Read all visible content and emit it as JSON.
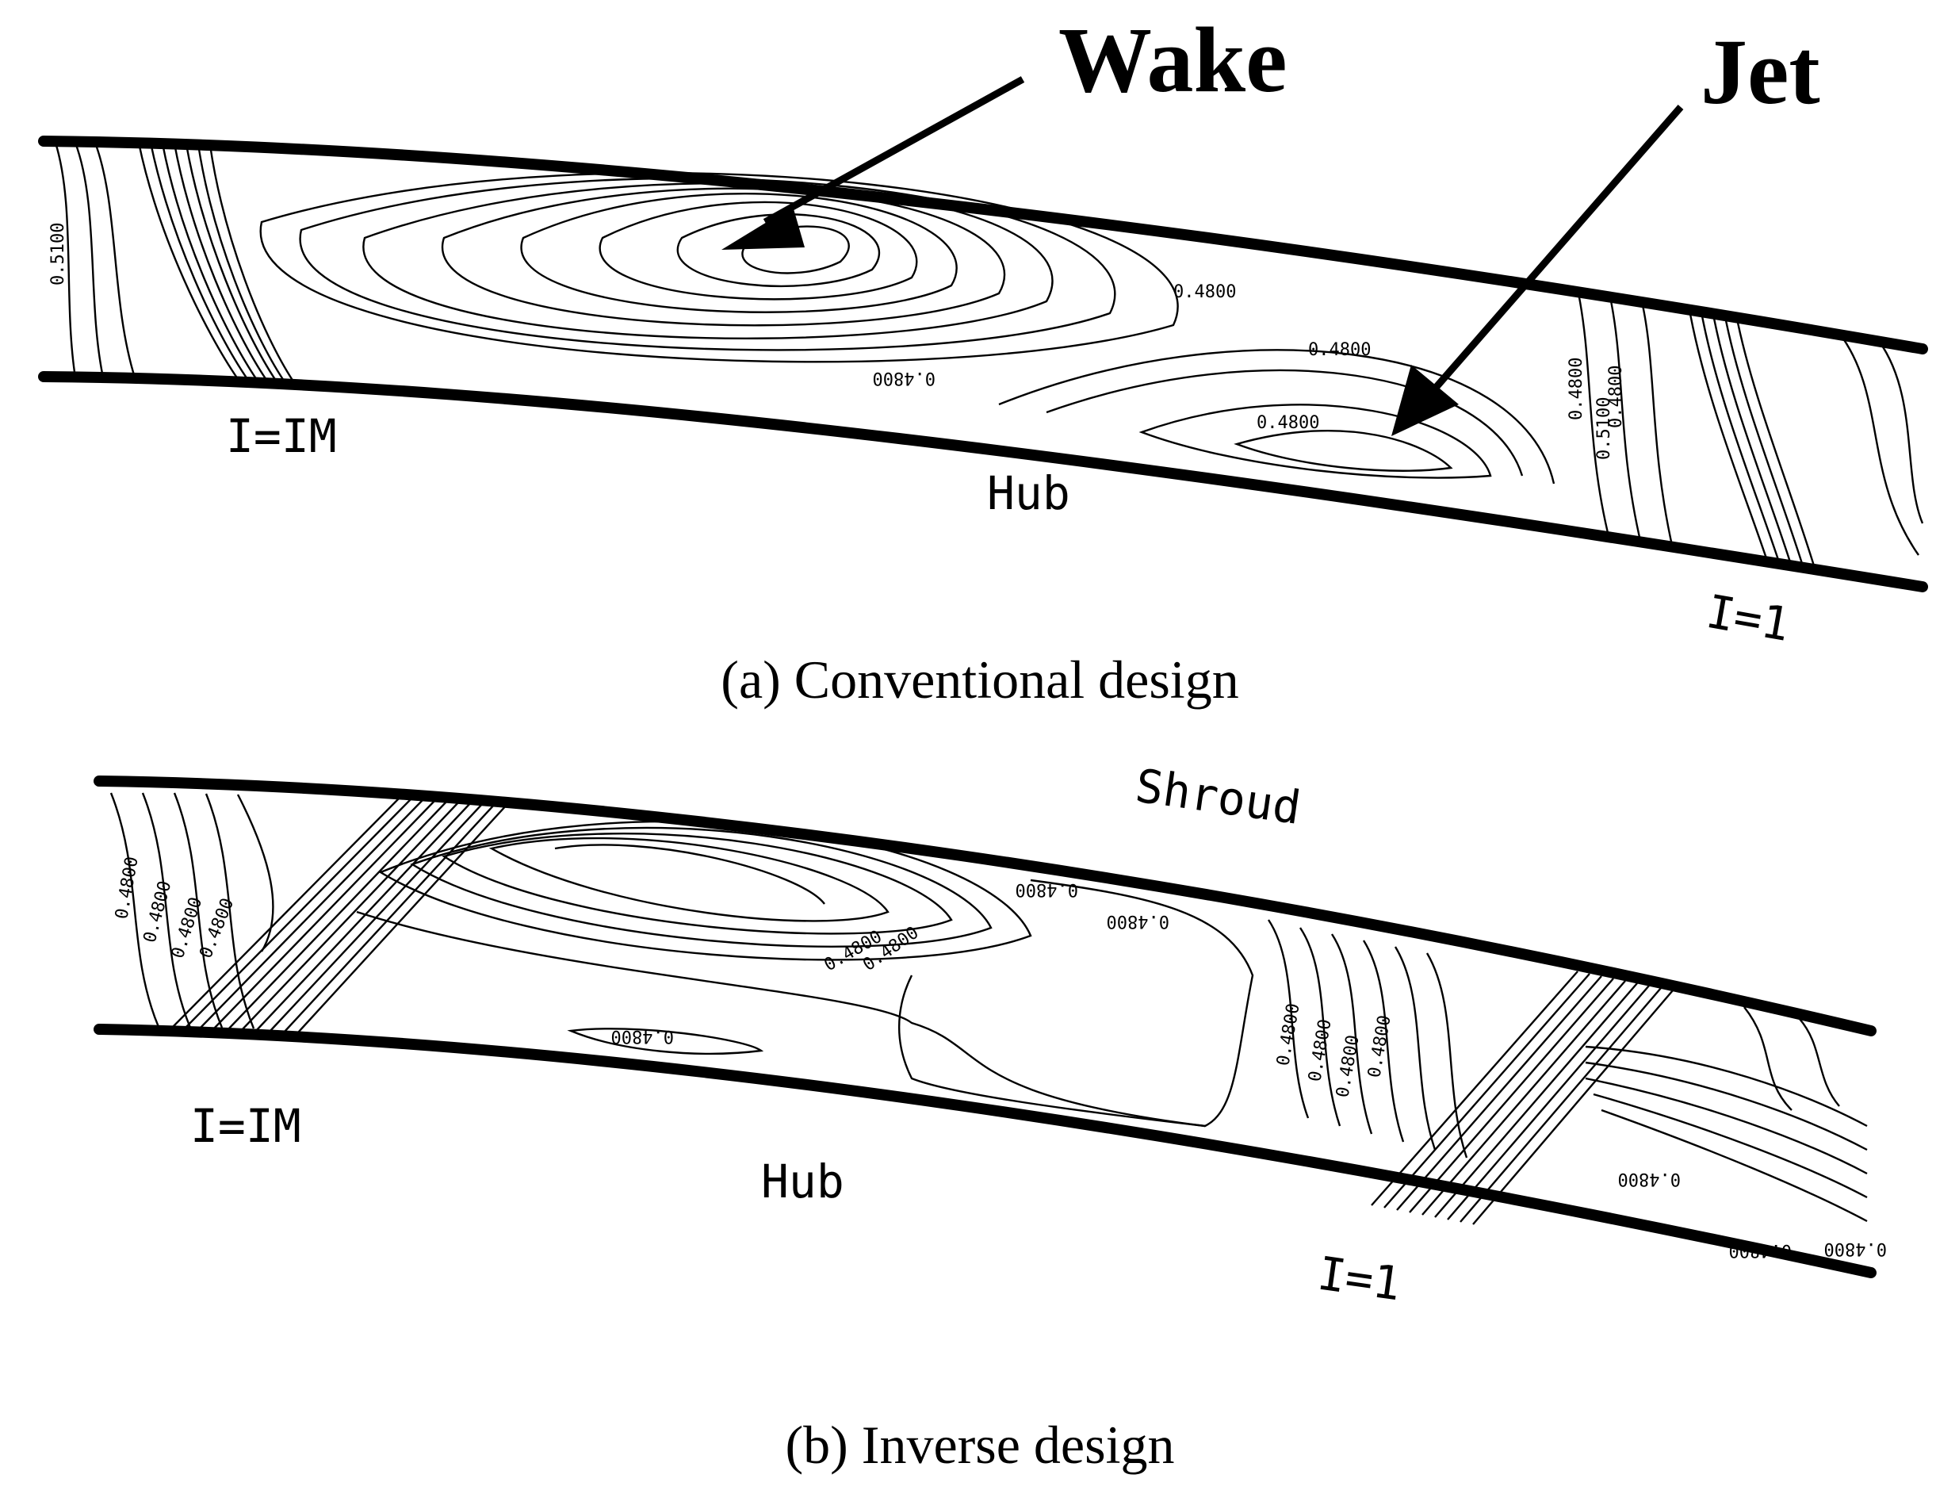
{
  "panel_a": {
    "caption": "(a) Conventional design",
    "callout_wake": "Wake",
    "callout_jet": "Jet",
    "label_inlet": "I=IM",
    "label_outlet": "I=1",
    "label_hub": "Hub",
    "contour_labels": [
      "0.5100",
      "0.4800",
      "0.4800",
      "0.4800",
      "0.4800",
      "0.4800",
      "0.4800",
      "0.5100"
    ]
  },
  "panel_b": {
    "caption": "(b) Inverse design",
    "label_shroud": "Shroud",
    "label_inlet": "I=IM",
    "label_outlet": "I=1",
    "label_hub": "Hub",
    "contour_labels": [
      "0.4800",
      "0.4800",
      "0.4800",
      "0.4800",
      "0.4800",
      "0.4800",
      "0.4800",
      "0.4800",
      "0.4800",
      "0.4800",
      "0.4800",
      "0.4800",
      "0.4800",
      "0.4800",
      "0.4800",
      "0.4800"
    ]
  }
}
